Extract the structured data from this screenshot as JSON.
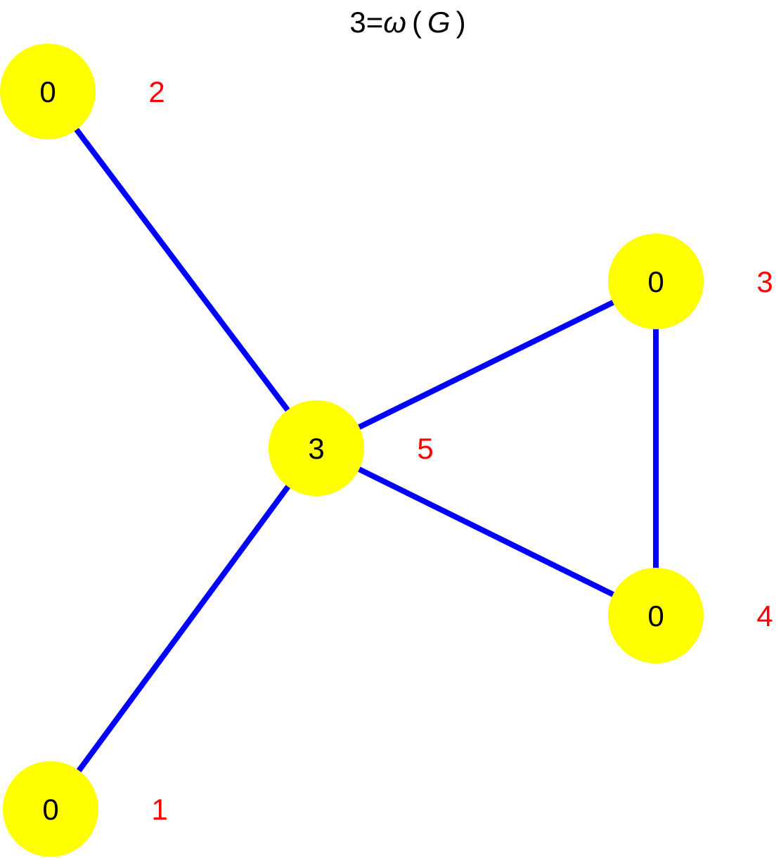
{
  "title": {
    "prefix": "3=",
    "omega": "ω",
    "open": "(",
    "var": "G",
    "close": ")"
  },
  "colors": {
    "node_fill": "#ffff00",
    "edge": "#0000ff",
    "value_text": "#000000",
    "id_text": "#ff0000"
  },
  "nodes": [
    {
      "id": "1",
      "value": "0"
    },
    {
      "id": "2",
      "value": "0"
    },
    {
      "id": "3",
      "value": "0"
    },
    {
      "id": "4",
      "value": "0"
    },
    {
      "id": "5",
      "value": "3"
    }
  ],
  "edges": [
    {
      "from": "5",
      "to": "2"
    },
    {
      "from": "5",
      "to": "1"
    },
    {
      "from": "5",
      "to": "3"
    },
    {
      "from": "5",
      "to": "4"
    },
    {
      "from": "3",
      "to": "4"
    }
  ]
}
